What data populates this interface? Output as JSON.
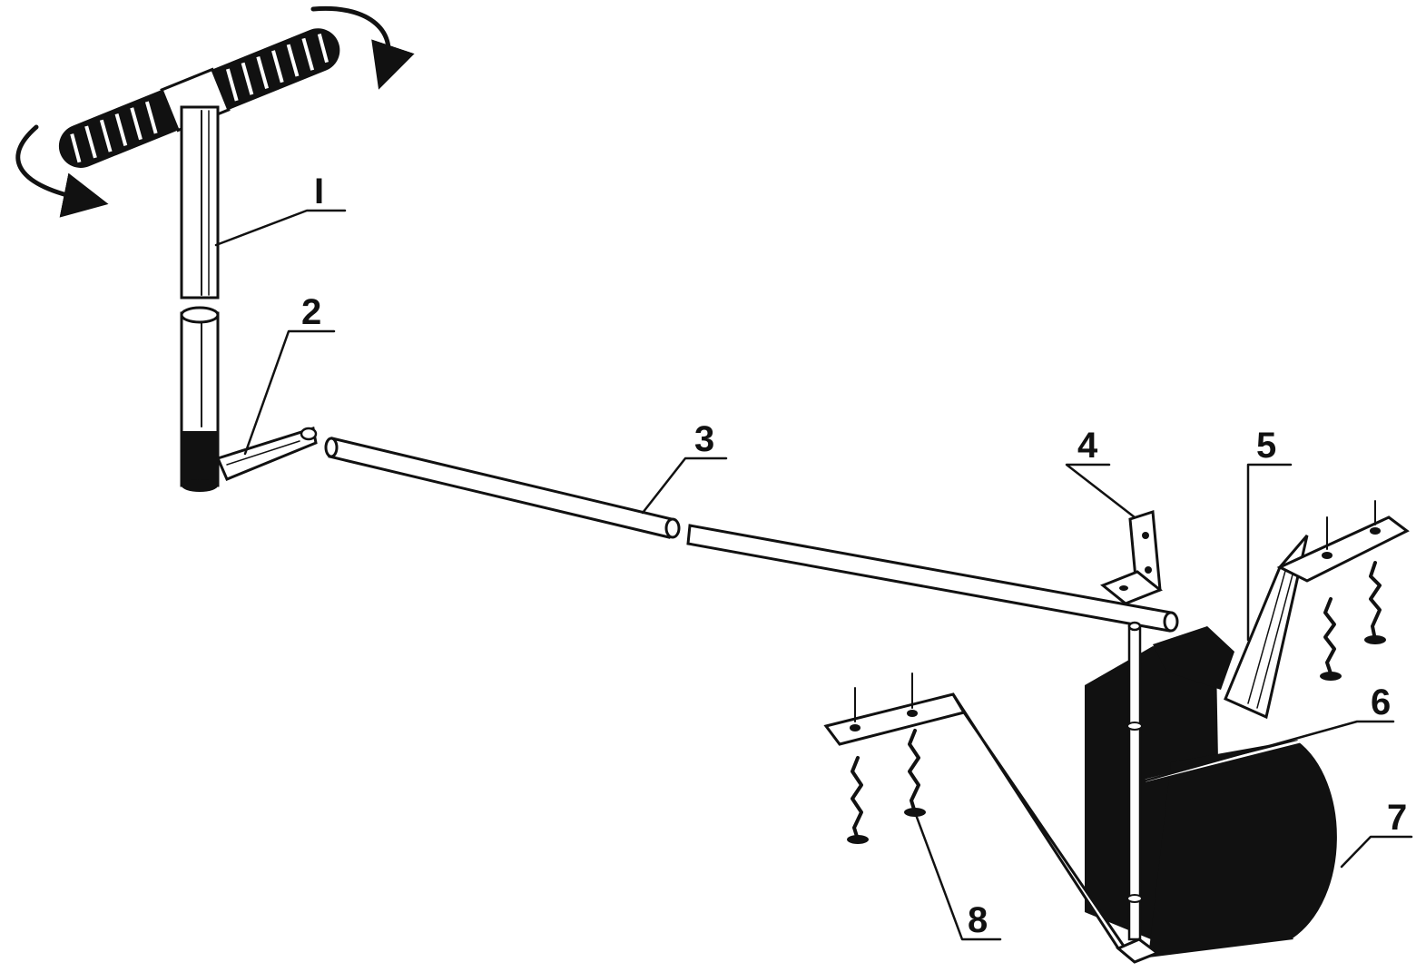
{
  "diagram": {
    "callouts": [
      {
        "id": "1",
        "label": "I"
      },
      {
        "id": "2",
        "label": "2"
      },
      {
        "id": "3",
        "label": "3"
      },
      {
        "id": "4",
        "label": "4"
      },
      {
        "id": "5",
        "label": "5"
      },
      {
        "id": "6",
        "label": "6"
      },
      {
        "id": "7",
        "label": "7"
      },
      {
        "id": "8",
        "label": "8"
      }
    ]
  },
  "colors": {
    "ink": "#111111",
    "paper": "#ffffff"
  },
  "icons": [
    "rotation-arrow-icon",
    "rotation-arrow-icon"
  ]
}
